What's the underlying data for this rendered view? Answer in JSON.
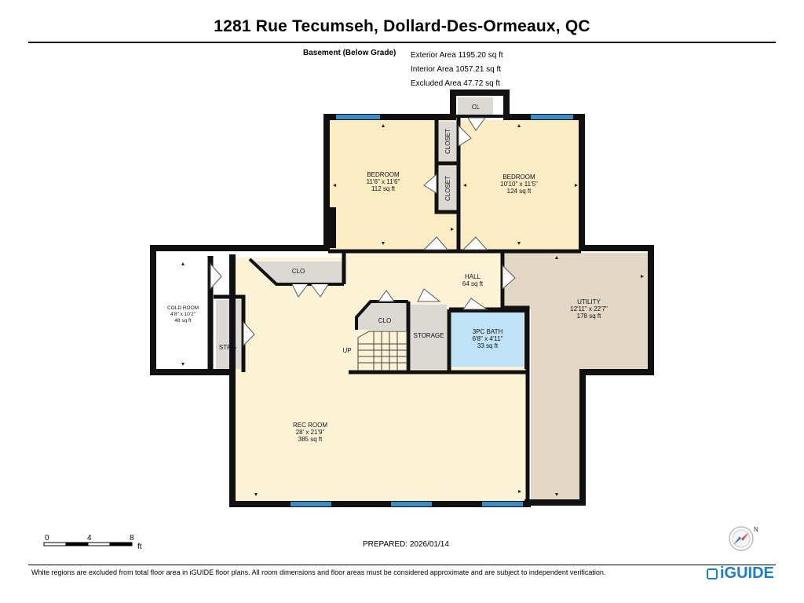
{
  "header": {
    "title": "1281 Rue Tecumseh, Dollard-Des-Ormeaux, QC",
    "level_name": "Basement (Below Grade)",
    "exterior_area": "Exterior Area 1195.20 sq ft",
    "interior_area": "Interior Area 1057.21 sq ft",
    "excluded_area": "Excluded Area 47.72 sq ft"
  },
  "rooms": {
    "bedroom_left": {
      "name": "BEDROOM",
      "dims": "11'6\" x 11'6\"",
      "area": "112 sq ft"
    },
    "bedroom_right": {
      "name": "BEDROOM",
      "dims": "10'10\" x 11'5\"",
      "area": "124 sq ft"
    },
    "closet_top": "CLOSET",
    "closet_bottom": "CLOSET",
    "cl": "CL",
    "clo_top": "CLO",
    "clo_mid": "CLO",
    "hall": {
      "name": "HALL",
      "area": "64 sq ft"
    },
    "cold_room": {
      "name": "COLD ROOM",
      "dims": "4'8\" x 10'2\"",
      "area": "48 sq ft"
    },
    "strg": "STRG",
    "storage": "STORAGE",
    "bath": {
      "name": "3PC BATH",
      "dims": "6'8\" x 4'11\"",
      "area": "33 sq ft"
    },
    "utility": {
      "name": "UTILITY",
      "dims": "12'11\" x 22'7\"",
      "area": "178 sq ft"
    },
    "rec_room": {
      "name": "REC ROOM",
      "dims": "28' x 21'9\"",
      "area": "385 sq ft"
    },
    "up": "UP"
  },
  "scale": {
    "zero": "0",
    "four": "4",
    "eight": "8",
    "unit": "ft"
  },
  "prepared": "PREPARED: 2026/01/14",
  "compass": {
    "north_label": "N"
  },
  "footer": {
    "disclaimer": "White regions are excluded from total floor area in iGUIDE floor plans. All room dimensions and floor areas must be considered approximate and are subject to independent verification.",
    "brand": "iGUIDE"
  },
  "colors": {
    "bedroom": "#fbecc4",
    "living": "#fcf3d6",
    "utility": "#e3d7c6",
    "bath": "#bfe2f6",
    "closet": "#dcd9d4",
    "wall": "#111111",
    "window": "#3f8cc4",
    "brand": "#1c7fc0"
  }
}
